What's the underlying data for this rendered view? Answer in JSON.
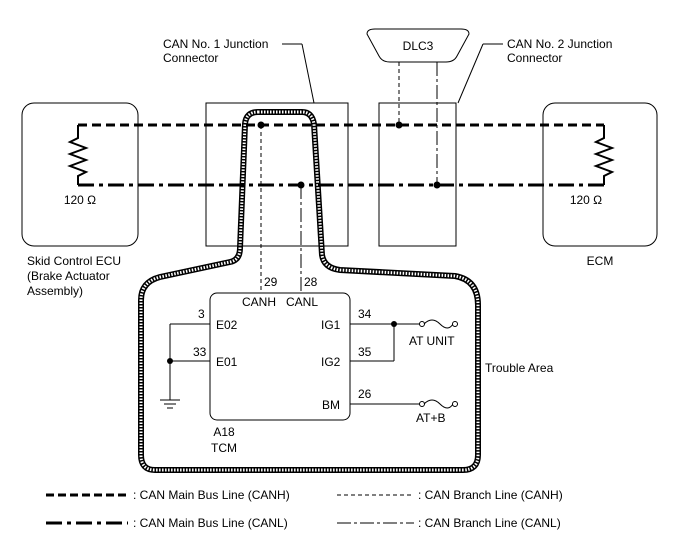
{
  "labels": {
    "can1_line1": "CAN No. 1 Junction",
    "can1_line2": "Connector",
    "can2_line1": "CAN No. 2 Junction",
    "can2_line2": "Connector",
    "dlc3": "DLC3",
    "res_left": "120 Ω",
    "res_right": "120 Ω",
    "skid_line1": "Skid Control ECU",
    "skid_line2": "(Brake Actuator",
    "skid_line3": "Assembly)",
    "ecm": "ECM",
    "trouble_area": "Trouble Area"
  },
  "tcm": {
    "pin_29": "29",
    "pin_28": "28",
    "canh": "CANH",
    "canl": "CANL",
    "pin_3": "3",
    "pin_33": "33",
    "e02": "E02",
    "e01": "E01",
    "pin_34": "34",
    "pin_35": "35",
    "pin_26": "26",
    "ig1": "IG1",
    "ig2": "IG2",
    "bm": "BM",
    "at_unit": "AT UNIT",
    "at_b": "AT+B",
    "code": "A18",
    "name": "TCM"
  },
  "legend": {
    "main_canh": ": CAN Main Bus Line (CANH)",
    "main_canl": ": CAN Main Bus Line (CANL)",
    "branch_canh": ": CAN Branch Line (CANH)",
    "branch_canl": ": CAN Branch Line (CANL)"
  }
}
